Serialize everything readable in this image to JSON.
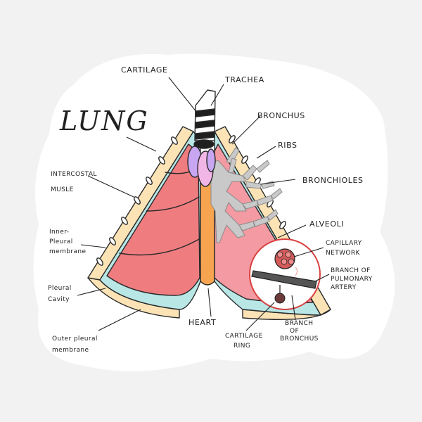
{
  "title": "LUNG",
  "labels": {
    "cartilage": "CARTILAGE",
    "trachea": "TRACHEA",
    "bronchus": "BRONCHUS",
    "ribs": "RIBS",
    "intercostal_line1": "INTERCOSTAL",
    "intercostal_line2": "MUSLE",
    "bronchioles": "BRONCHIOLES",
    "alveoli": "ALVEOLI",
    "capillary_line1": "CAPILLARY",
    "capillary_line2": "NETWORK",
    "pulmonary_line1": "BRANCH OF",
    "pulmonary_line2": "PULMONARY",
    "pulmonary_line3": "ARTERY",
    "branch_bronchus_line1": "BRANCH",
    "branch_bronchus_line2": "OF",
    "branch_bronchus_line3": "BRONCHUS",
    "inner_pleural_line1": "Inner-",
    "inner_pleural_line2": "Pleural",
    "inner_pleural_line3": "membrane",
    "pleural_cavity_line1": "Pleural",
    "pleural_cavity_line2": "Cavity",
    "heart": "HEART",
    "cartilage_ring_line1": "CARTILAGE",
    "cartilage_ring_line2": "RING",
    "outer_pleural_line1": "Outer pleural",
    "outer_pleural_line2": "membrane"
  },
  "colors": {
    "background": "#f2f2f2",
    "sticker": "#ffffff",
    "lung": "#ef7d80",
    "lung_right": "#f39aa2",
    "pleura": "#b8e7e6",
    "ribs": "#fbe3b6",
    "bronchial_tree": "#c9c9c9",
    "heart": "#f7a451",
    "trachea_lobe_pink": "#f2b6e6",
    "trachea_lobe_purple": "#c8a6f2",
    "zoom_circle": "#d94040"
  }
}
